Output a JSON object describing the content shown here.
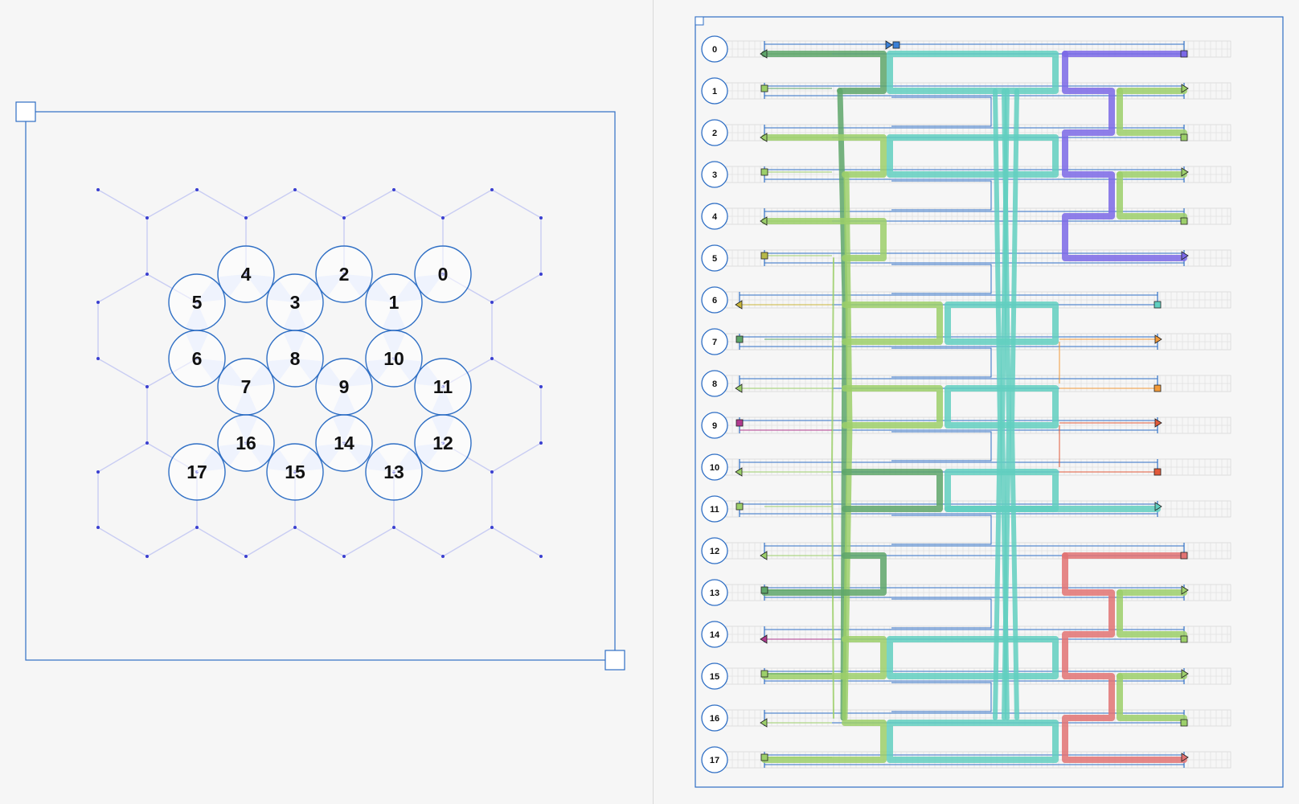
{
  "qubit_graph": {
    "qubits": [
      {
        "id": "0"
      },
      {
        "id": "1"
      },
      {
        "id": "2"
      },
      {
        "id": "3"
      },
      {
        "id": "4"
      },
      {
        "id": "5"
      },
      {
        "id": "6"
      },
      {
        "id": "7"
      },
      {
        "id": "8"
      },
      {
        "id": "9"
      },
      {
        "id": "10"
      },
      {
        "id": "11"
      },
      {
        "id": "12"
      },
      {
        "id": "13"
      },
      {
        "id": "14"
      },
      {
        "id": "15"
      },
      {
        "id": "16"
      },
      {
        "id": "17"
      }
    ]
  },
  "routing_view": {
    "row_labels": [
      "0",
      "1",
      "2",
      "3",
      "4",
      "5",
      "6",
      "7",
      "8",
      "9",
      "10",
      "11",
      "12",
      "13",
      "14",
      "15",
      "16",
      "17"
    ]
  },
  "colors": {
    "frame_blue": "#2f6fc5",
    "lattice": "#c9cdf3",
    "wedge": "#dbe3fb",
    "dark_green": "#5ea66a",
    "light_green": "#9ccf6a",
    "teal": "#62cfc0",
    "purple": "#7b68e6",
    "red": "#e27373",
    "orange": "#f29a3a",
    "magenta": "#b03a8f"
  }
}
